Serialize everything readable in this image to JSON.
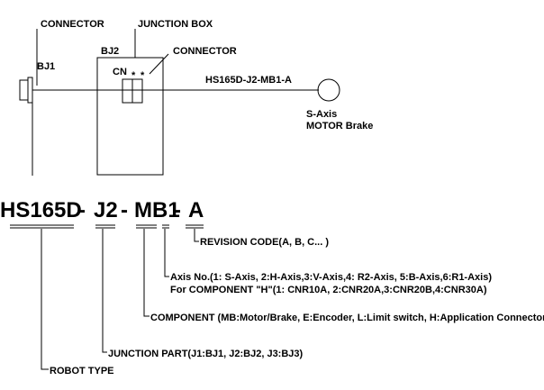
{
  "diagram": {
    "labels": {
      "connector_top": "CONNECTOR",
      "junction_box": "JUNCTION BOX",
      "bj2": "BJ2",
      "connector_right": "CONNECTOR",
      "bj1": "BJ1",
      "cn": "CN",
      "cable_name": "HS165D-J2-MB1-A",
      "s_axis": "S-Axis",
      "motor_brake": "MOTOR Brake"
    },
    "code": {
      "part1": "HS165D",
      "sep1": "-",
      "part2": "J2",
      "sep2": "-",
      "part3": "MB1",
      "sep3": "-",
      "part4": "A"
    },
    "legend": {
      "revision": "REVISION CODE(A, B, C... )",
      "axis_no": "Axis No.(1: S-Axis, 2:H-Axis,3:V-Axis,4: R2-Axis, 5:B-Axis,6:R1-Axis)",
      "component_h": "For COMPONENT \"H\"(1: CNR10A, 2:CNR20A,3:CNR20B,4:CNR30A)",
      "component": "COMPONENT (MB:Motor/Brake, E:Encoder, L:Limit switch, H:Application Connector)",
      "junction_part": "JUNCTION PART(J1:BJ1, J2:BJ2, J3:BJ3)",
      "robot_type": "ROBOT TYPE"
    }
  }
}
